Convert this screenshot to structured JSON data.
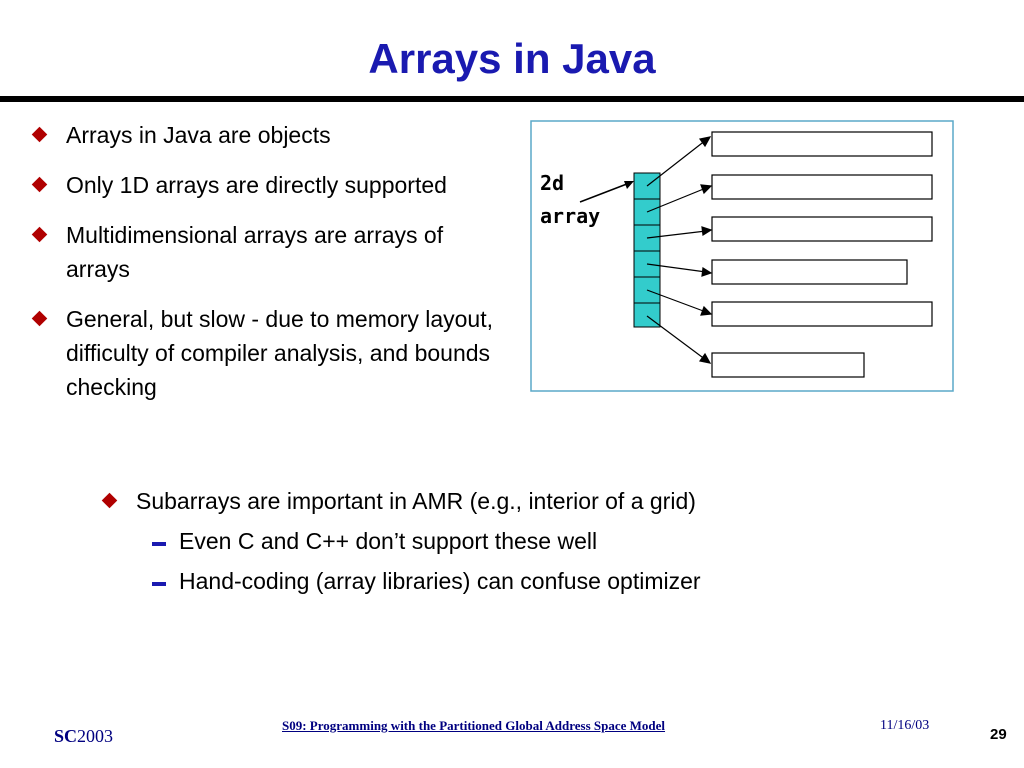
{
  "slide": {
    "title": "Arrays in Java",
    "bullets": [
      "Arrays in Java are objects",
      "Only 1D arrays are directly supported",
      "Multidimensional arrays are arrays of arrays",
      "General, but slow - due to memory layout, difficulty of compiler analysis, and bounds checking"
    ],
    "sub_bullet": "Subarrays are important in AMR (e.g., interior of a grid)",
    "dash_items": [
      "Even C and C++ don’t support these well",
      "Hand-coding (array libraries) can confuse optimizer"
    ]
  },
  "diagram": {
    "label_line1": "2d",
    "label_line2": "array",
    "colors": {
      "border": "#5aa8c8",
      "cell_fill": "#33cccc",
      "label": "#000000"
    }
  },
  "footer": {
    "logo_bold": "SC",
    "logo_rest": "2003",
    "course": "S09: Programming with the Partitioned Global Address Space Model",
    "date": "11/16/03",
    "page": "29"
  }
}
